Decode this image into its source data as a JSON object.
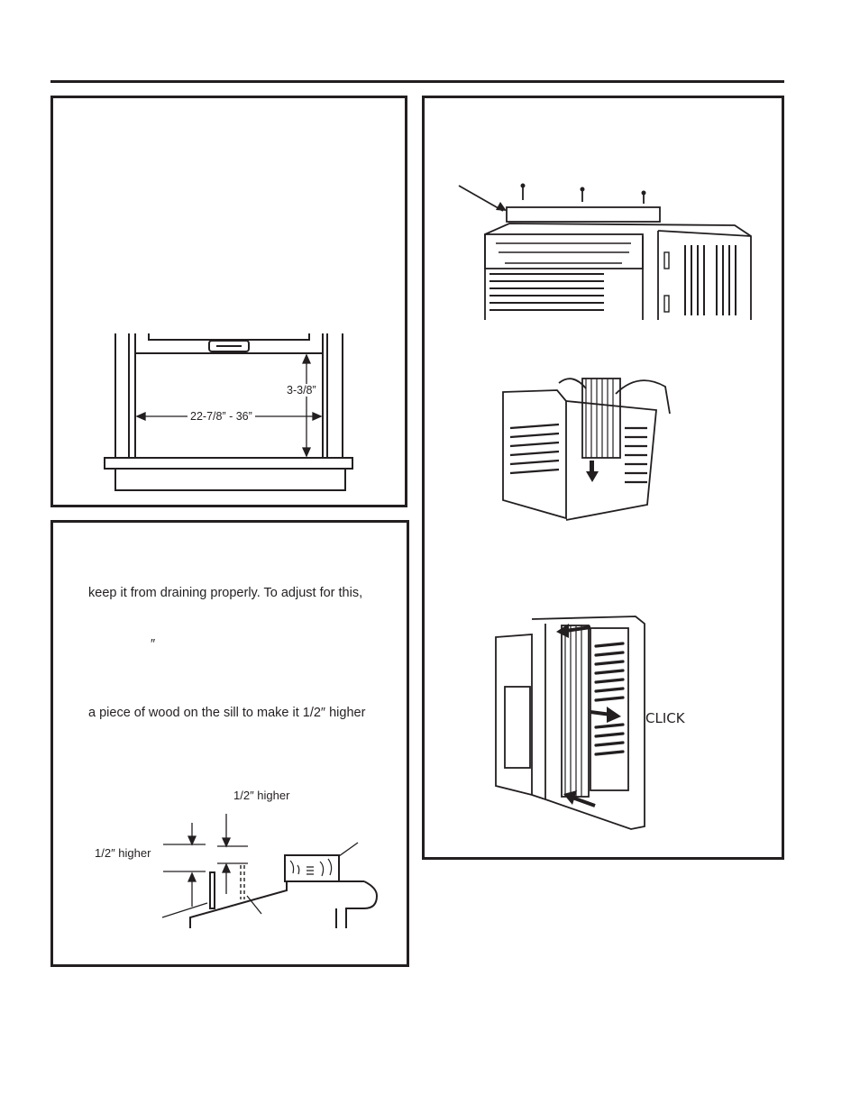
{
  "window_panel": {
    "dim_height": "3-3/8”",
    "dim_width": "22-7/8” - 36”"
  },
  "sill_panel": {
    "line1": "keep it from draining properly. To adjust for this,",
    "inch_mark": "″",
    "line2": "a piece of wood on the sill to make it 1/2″ higher",
    "label_top": "1/2″ higher",
    "label_left": "1/2″ higher"
  },
  "unit_panel": {
    "click_label": "CLICK"
  }
}
